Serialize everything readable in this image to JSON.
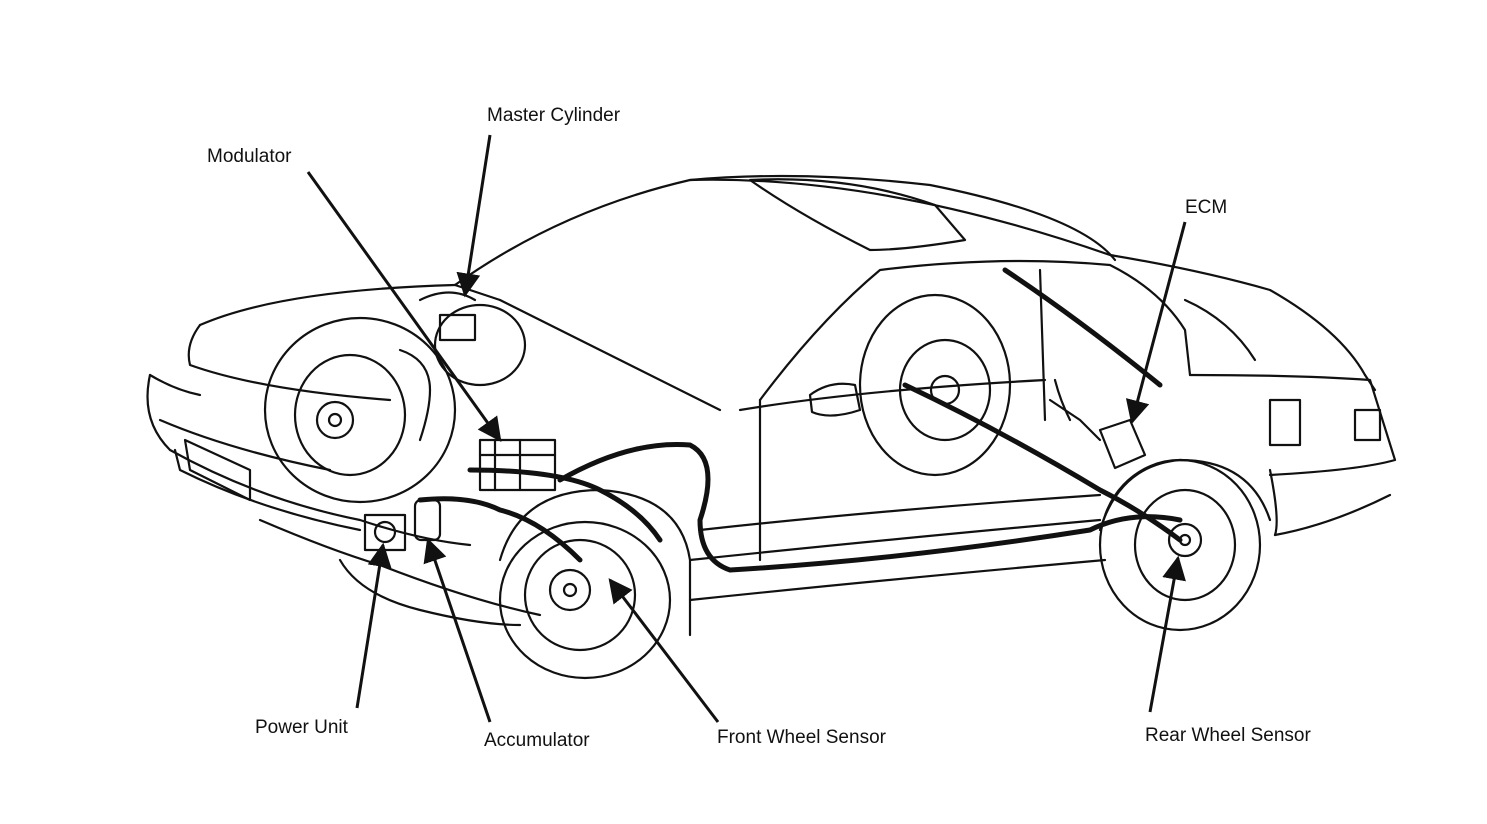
{
  "labels": {
    "master_cylinder": "Master Cylinder",
    "modulator": "Modulator",
    "ecm": "ECM",
    "power_unit": "Power Unit",
    "accumulator": "Accumulator",
    "front_wheel_sensor": "Front Wheel Sensor",
    "rear_wheel_sensor": "Rear Wheel Sensor"
  },
  "colors": {
    "ink": "#111111",
    "background": "#ffffff"
  }
}
